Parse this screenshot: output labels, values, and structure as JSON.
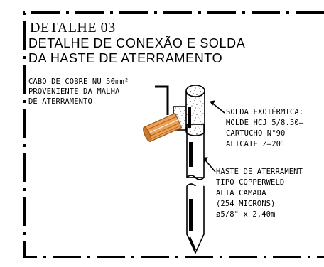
{
  "detail_label": "DETALHE 03",
  "title": {
    "line1": "DETALHE DE CONEXÃO E SOLDA",
    "line2": "DA HASTE DE ATERRAMENTO"
  },
  "cable_note": [
    "CABO DE COBRE NU 50mm²",
    "PROVENIENTE DA MALHA",
    "DE ATERRAMENTO"
  ],
  "weld_note": [
    "SOLDA EXOTÉRMICA:",
    "MOLDE HCJ 5/8.50–",
    "CARTUCHO N°90",
    "ALICATE Z–201"
  ],
  "rod_note": [
    "HASTE DE ATERRAMENT",
    "TIPO COPPERWELD",
    "ALTA CAMADA",
    "(254 MICRONS)",
    "ø5/8\" x 2,40m"
  ],
  "colors": {
    "ink": "#000000",
    "cable": "#e8a25a",
    "cable_dark": "#b9661e"
  }
}
